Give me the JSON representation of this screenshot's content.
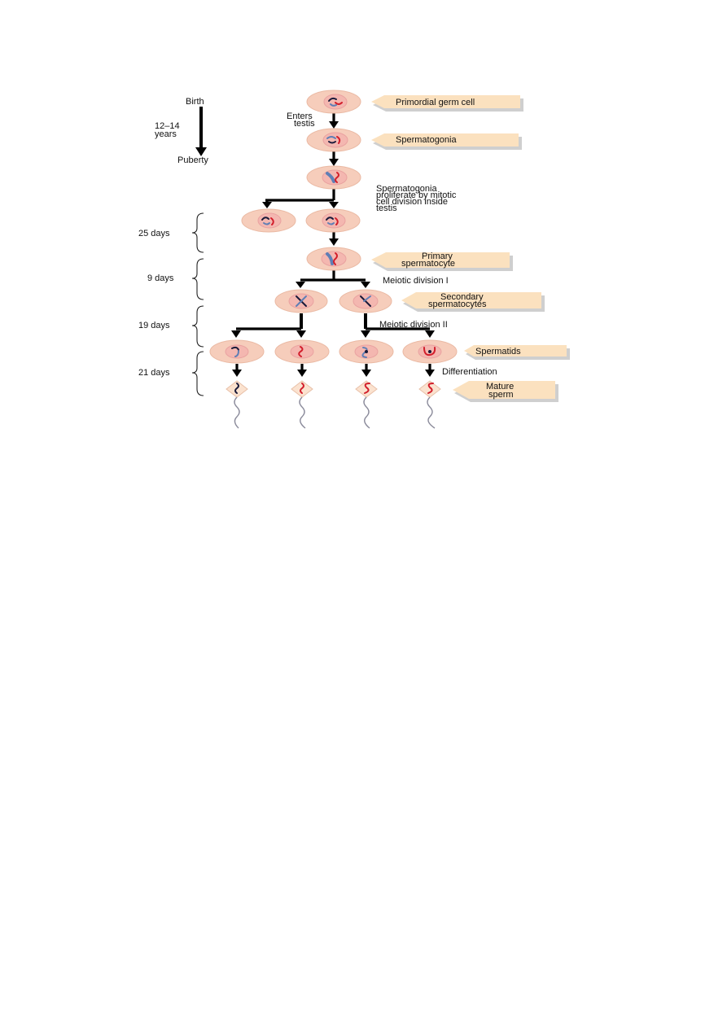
{
  "timeline": {
    "start": "Birth",
    "duration_line1": "12–14",
    "duration_line2": "years",
    "end": "Puberty"
  },
  "stages": {
    "primordial": "Primordial germ cell",
    "spermatogonia": "Spermatogonia",
    "primary_line1": "Primary",
    "primary_line2": "spermatocyte",
    "secondary_line1": "Secondary",
    "secondary_line2": "spermatocytes",
    "spermatids": "Spermatids",
    "mature_line1": "Mature",
    "mature_line2": "sperm"
  },
  "annotations": {
    "enters_line1": "Enters",
    "enters_line2": "testis",
    "proliferate_line1": "Spermatogonia",
    "proliferate_line2": "proliferate by mitotic",
    "proliferate_line3": "cell division inside",
    "proliferate_line4": "testis",
    "meiotic_1": "Meiotic division I",
    "meiotic_2": "Meiotic division II",
    "differentiation": "Differentiation"
  },
  "durations": {
    "d25": "25 days",
    "d9": "9 days",
    "d19": "19 days",
    "d21": "21 days"
  },
  "colors": {
    "label_fill": "#fbe1bf",
    "cell_outer": "#f6cdbb",
    "cell_inner": "#f4b7b0",
    "chromosome_red": "#d21e2b",
    "chromosome_blue": "#5f7fb5"
  }
}
